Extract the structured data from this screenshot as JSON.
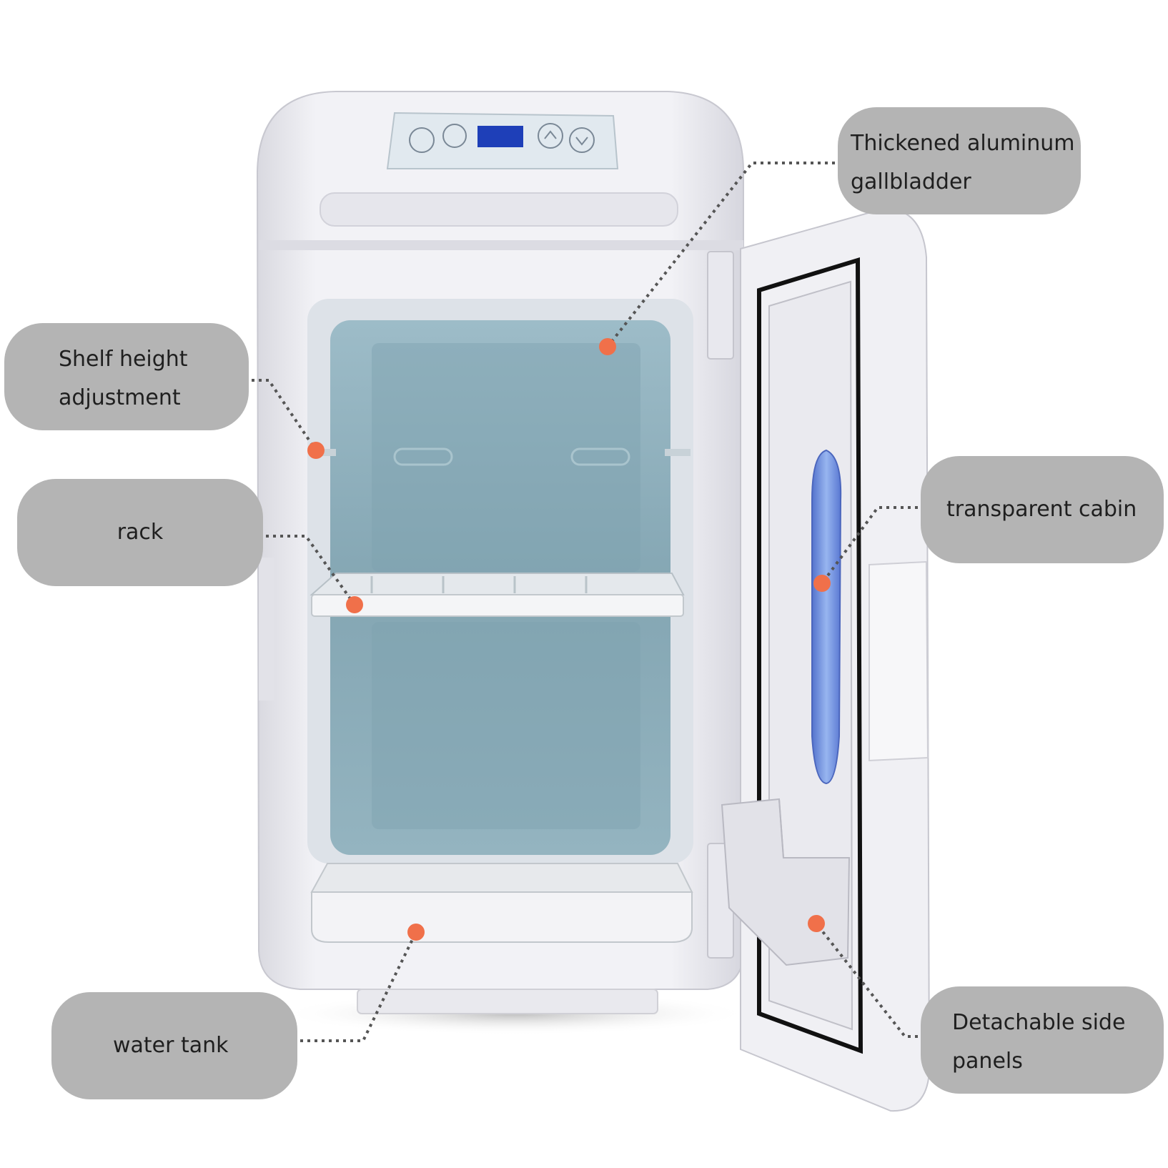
{
  "image": {
    "subject": "mini-refrigerator-door-open",
    "colors": {
      "background": "#ffffff",
      "callout_fill": "#b4b4b4",
      "callout_text": "#1f1f1f",
      "marker": "#f0704a",
      "leader": "#555555",
      "fridge_body": "#eeeef2",
      "interior": "#8fb1bd",
      "display": "#1e3fb8",
      "cabin": "#5b7fd6"
    }
  },
  "callouts": [
    {
      "id": "gallbladder",
      "lines": [
        "Thickened aluminum",
        "gallbladder"
      ]
    },
    {
      "id": "shelf",
      "lines": [
        "Shelf height",
        "adjustment"
      ]
    },
    {
      "id": "rack",
      "lines": [
        "rack"
      ]
    },
    {
      "id": "cabin",
      "lines": [
        "transparent cabin"
      ]
    },
    {
      "id": "tank",
      "lines": [
        "water tank"
      ]
    },
    {
      "id": "panels",
      "lines": [
        "Detachable side",
        "panels"
      ]
    }
  ]
}
